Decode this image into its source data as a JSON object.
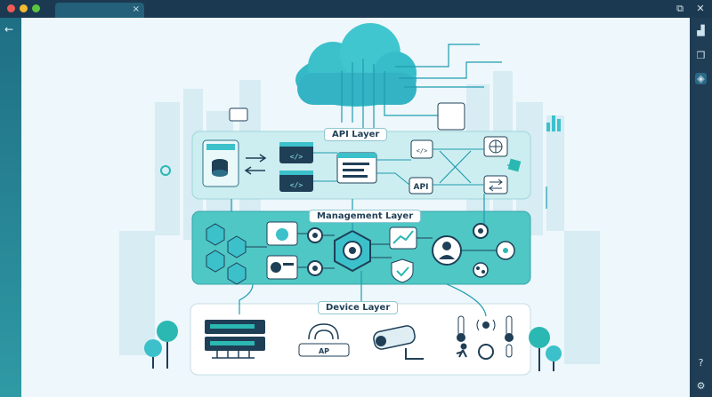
{
  "window": {
    "tab_close": "×",
    "btn_restore": "⧉",
    "btn_close": "✕",
    "back": "←"
  },
  "colors": {
    "accent": "#2bb8b2",
    "dark": "#1f3f57",
    "cloud": "#33b3c4",
    "band_api": "#cdeef0",
    "band_mgmt": "#4fc7c4",
    "band_device": "#e7f4f8"
  },
  "diagram": {
    "layers": [
      {
        "name": "api",
        "label": "API Layer"
      },
      {
        "name": "management",
        "label": "Management Layer"
      },
      {
        "name": "device",
        "label": "Device Layer"
      }
    ],
    "api_badge": "API",
    "code_glyph": "</>",
    "ap_label": "AP"
  },
  "sidebar_right": {
    "icons": [
      "chart-icon",
      "windows-icon",
      "layers-icon",
      "help-icon",
      "settings-icon"
    ]
  }
}
